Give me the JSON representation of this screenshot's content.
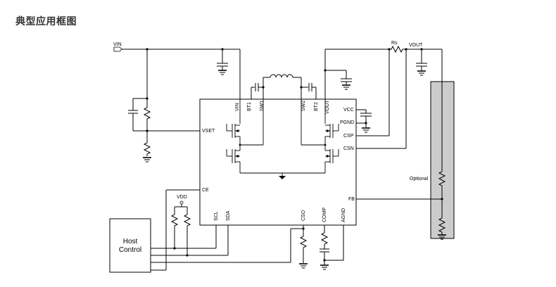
{
  "section_title": "典型应用框图",
  "net_labels": {
    "vin": "VIN",
    "rs": "Rs",
    "vout": "VOUT",
    "vdd": "VDD",
    "optional": "Optional"
  },
  "host": {
    "line1": "Host",
    "line2": "Control"
  },
  "chip_pins": {
    "vin": "VIN",
    "bt1": "BT1",
    "sw1": "SW1",
    "sw2": "SW2",
    "bt2": "BT2",
    "vout": "VOUT",
    "vset": "VSET",
    "ce": "CE",
    "vcc": "VCC",
    "pgnd": "PGND",
    "csp": "CSP",
    "csn": "CSN",
    "fb": "FB",
    "scl": "SCL",
    "sda": "SDA",
    "cso": "CSO",
    "comp": "COMP",
    "agnd": "AGND"
  }
}
